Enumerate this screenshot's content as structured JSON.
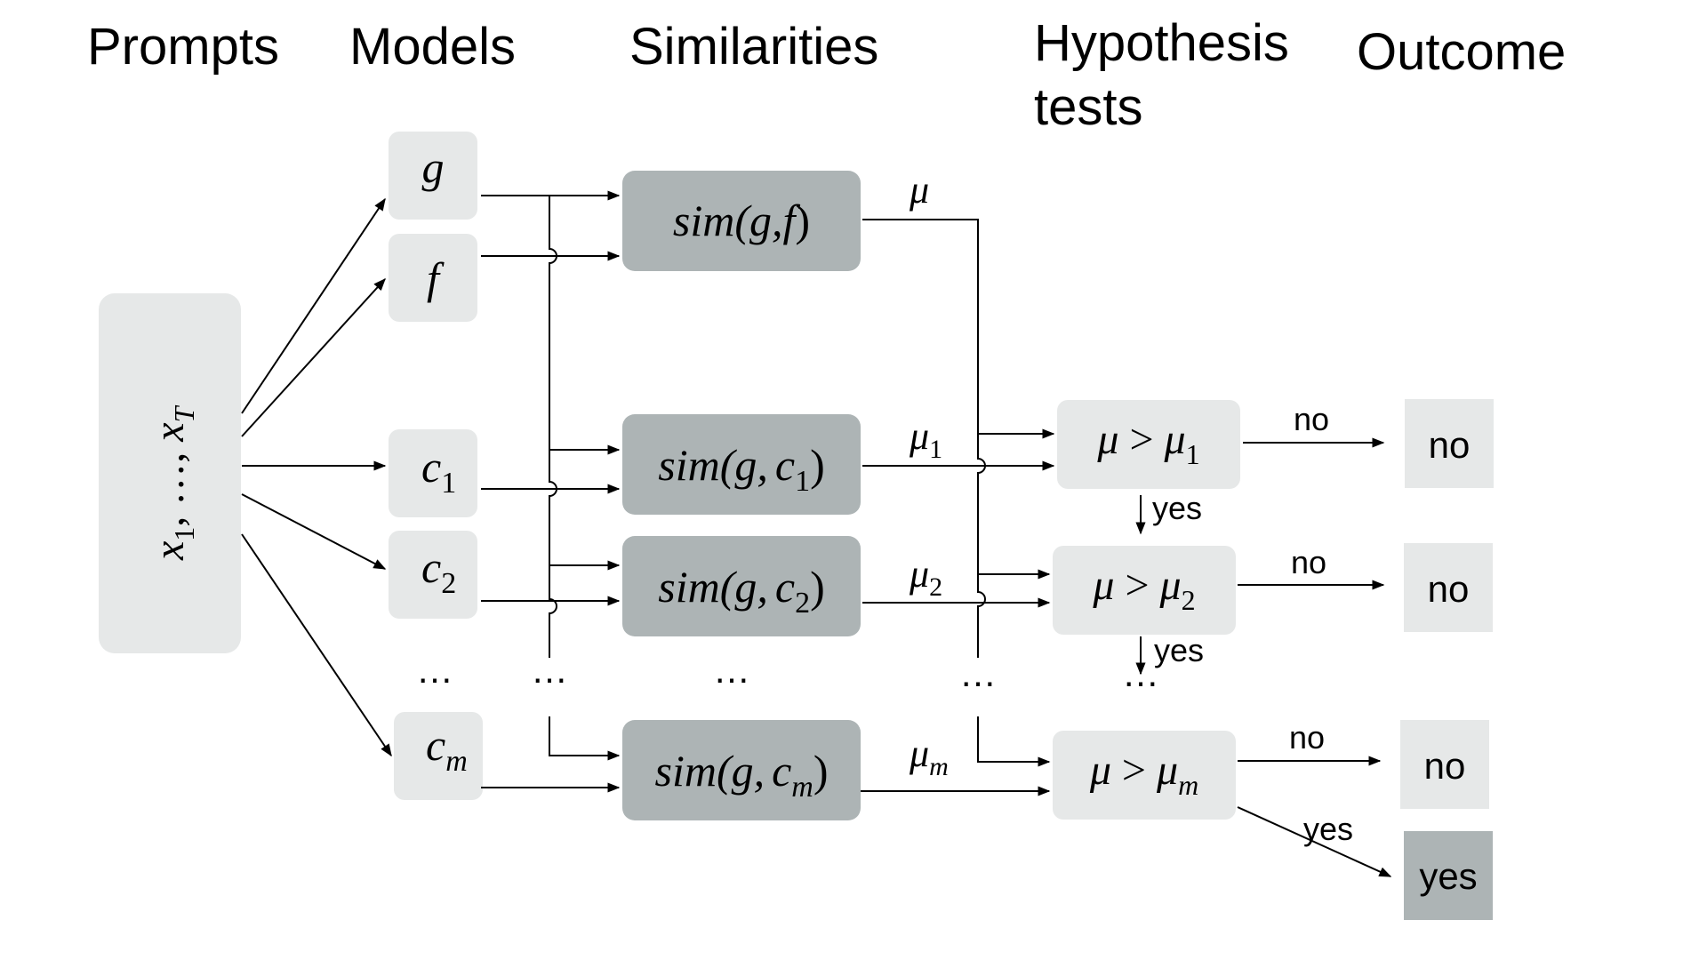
{
  "headers": {
    "prompts": "Prompts",
    "models": "Models",
    "similarities": "Similarities",
    "hypothesis_line1": "Hypothesis",
    "hypothesis_line2": "tests",
    "outcome": "Outcome"
  },
  "prompts_box": {
    "x": "x",
    "x_sub_1": "1",
    "dots": ", …, ",
    "x_sub_T": "T"
  },
  "models": {
    "g": "g",
    "f": "f",
    "c1": "c",
    "c1_sub": "1",
    "c2": "c",
    "c2_sub": "2",
    "cm": "c",
    "cm_sub": "m"
  },
  "similarities": {
    "prefix": "sim(g,",
    "gf_arg": "f",
    "c": "c",
    "c1_sub": "1",
    "c2_sub": "2",
    "cm_sub": "m",
    "close": ")"
  },
  "mu_labels": {
    "mu": "μ",
    "mu1_sub": "1",
    "mu2_sub": "2",
    "mum_sub": "m"
  },
  "tests": {
    "mu": "μ",
    "gt": " > ",
    "sub1": "1",
    "sub2": "2",
    "subm": "m"
  },
  "edges": {
    "no": "no",
    "yes": "yes"
  },
  "outcomes": {
    "o1": "no",
    "o2": "no",
    "om": "no",
    "final": "yes"
  },
  "ellipsis": "…",
  "colors": {
    "light_box": "#e6e8e8",
    "dark_box": "#adb4b5"
  }
}
